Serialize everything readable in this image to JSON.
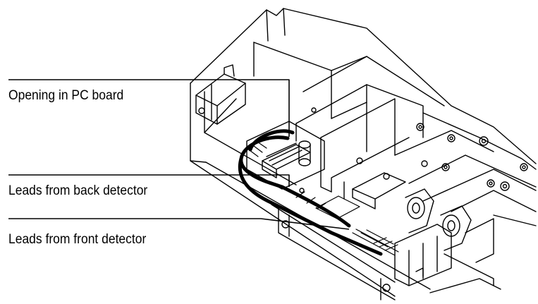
{
  "callouts": {
    "opening": "Opening in PC board",
    "back_leads": "Leads from back detector",
    "front_leads": "Leads from front detector"
  },
  "colors": {
    "line": "#000000",
    "background": "#ffffff"
  }
}
